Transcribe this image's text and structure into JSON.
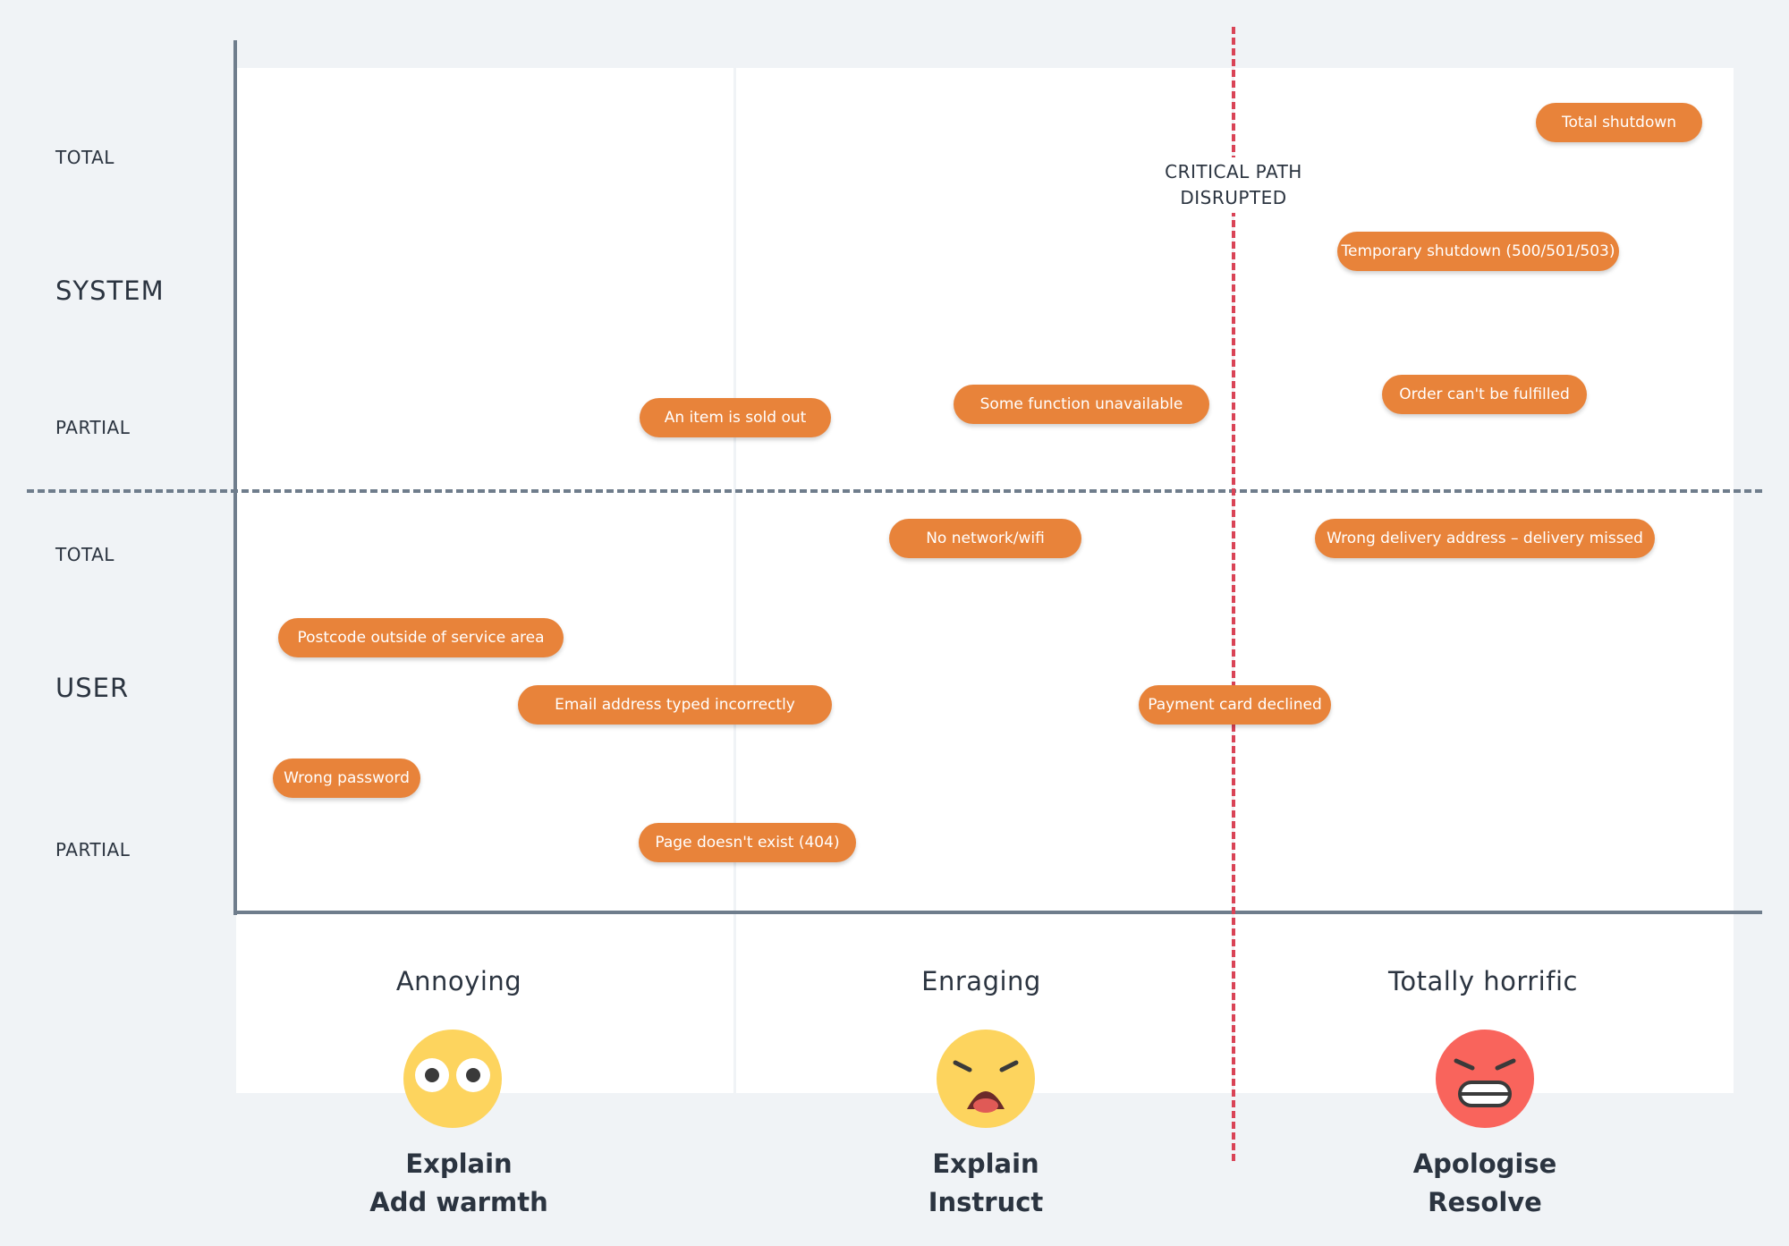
{
  "y_axis": {
    "groups": [
      {
        "name": "SYSTEM",
        "levels": [
          "TOTAL",
          "PARTIAL"
        ]
      },
      {
        "name": "USER",
        "levels": [
          "TOTAL",
          "PARTIAL"
        ]
      }
    ]
  },
  "critical_path_label": "CRITICAL PATH DISRUPTED",
  "pills": [
    {
      "text": "Total shutdown"
    },
    {
      "text": "Temporary shutdown (500/501/503)"
    },
    {
      "text": "Order can't be fulfilled"
    },
    {
      "text": "Some function unavailable"
    },
    {
      "text": "An item is sold out"
    },
    {
      "text": "No network/wifi"
    },
    {
      "text": "Wrong delivery address – delivery missed"
    },
    {
      "text": "Postcode outside of service area"
    },
    {
      "text": "Email address typed incorrectly"
    },
    {
      "text": "Payment card declined"
    },
    {
      "text": "Wrong password"
    },
    {
      "text": "Page doesn't exist (404)"
    }
  ],
  "severity": [
    {
      "label": "Annoying",
      "emoji": "wide-eyed-face-icon",
      "actions": [
        "Explain",
        "Add warmth"
      ],
      "color": "#fdd45e"
    },
    {
      "label": "Enraging",
      "emoji": "angry-shouting-face-icon",
      "actions": [
        "Explain",
        "Instruct"
      ],
      "color": "#fdd45e"
    },
    {
      "label": "Totally horrific",
      "emoji": "furious-grimacing-face-icon",
      "actions": [
        "Apologise",
        "Resolve"
      ],
      "color": "#f9645c"
    }
  ],
  "colors": {
    "pill": "#e8833a",
    "critical_line": "#d94356",
    "axis": "#6f7d8c",
    "background": "#f0f3f6"
  }
}
